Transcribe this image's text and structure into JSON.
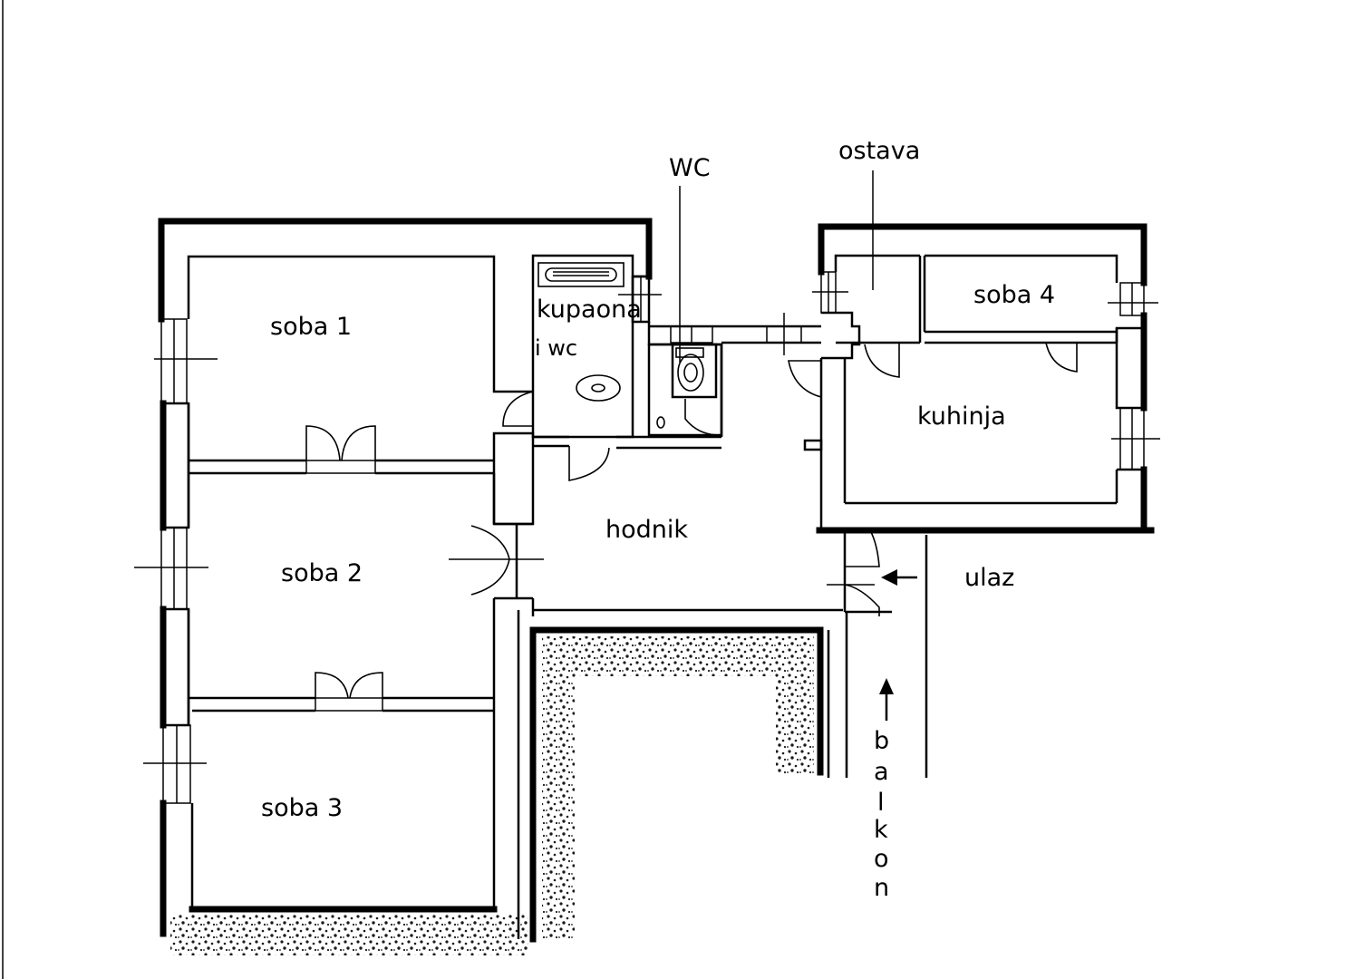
{
  "rooms": {
    "soba1": "soba 1",
    "soba2": "soba 2",
    "soba3": "soba 3",
    "soba4": "soba 4",
    "kupaona_line1": "kupaona",
    "kupaona_line2": "i wc",
    "wc": "WC",
    "ostava": "ostava",
    "kuhinja": "kuhinja",
    "hodnik": "hodnik"
  },
  "annotations": {
    "ulaz": "ulaz",
    "balkon_letters": [
      "b",
      "a",
      "l",
      "k",
      "o",
      "n"
    ]
  },
  "colors": {
    "line": "#000000",
    "background": "#ffffff"
  }
}
